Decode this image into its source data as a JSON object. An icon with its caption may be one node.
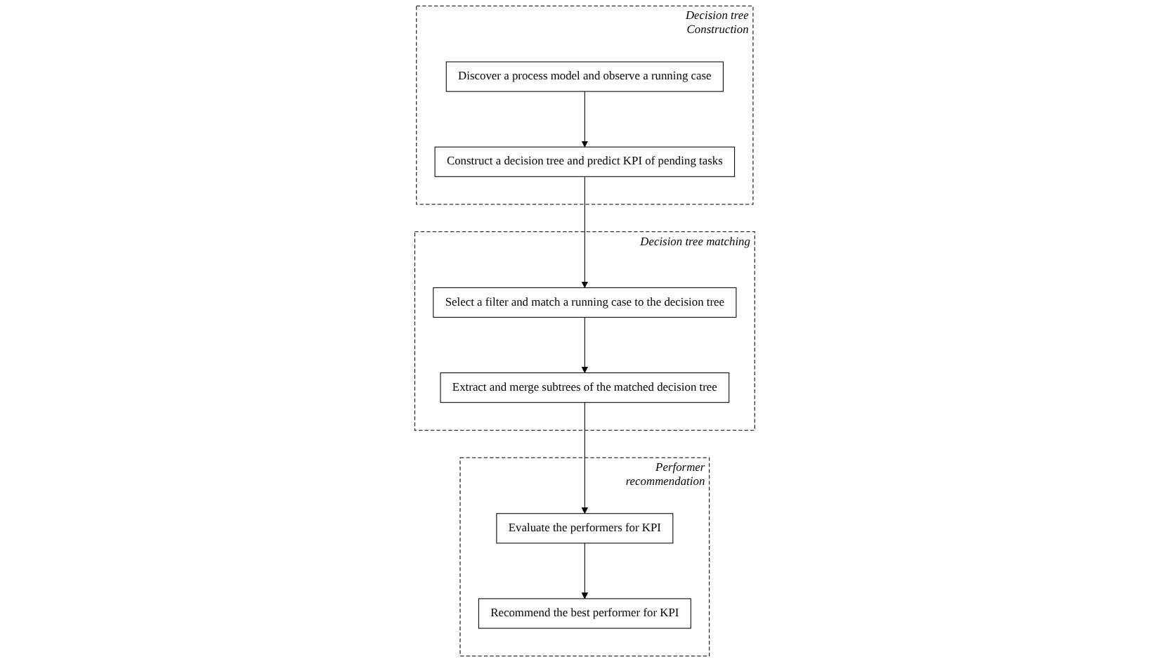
{
  "diagram": {
    "nodes": [
      {
        "text": [
          "Decision tree Construction"
        ]
      },
      {
        "text": [
          "Discover a process model and observe a running case"
        ],
        "in": 0
      },
      {
        "text": [
          "Construct a decision tree and predict KPI of pending tasks"
        ],
        "in": 0
      },
      {
        "text": [
          "Decision tree matching"
        ]
      },
      {
        "text": [
          "Select a filter and match a running case to the decision tree"
        ],
        "in": 3
      },
      {
        "text": [
          "Extract and merge subtrees of the matched decision tree"
        ],
        "in": 3
      },
      {
        "text": [
          "Performer recommendation"
        ]
      },
      {
        "text": [
          "Evaluate the performers for KPI"
        ],
        "in": 6
      },
      {
        "text": [
          "Recommend the best performer for KPI"
        ],
        "in": 6
      }
    ],
    "edges": [
      {
        "from": 1,
        "to": 2,
        "arrow": "to"
      },
      {
        "from": 2,
        "to": 4,
        "arrow": "to"
      },
      {
        "from": 4,
        "to": 5,
        "arrow": "to"
      },
      {
        "from": 5,
        "to": 7,
        "arrow": "to"
      },
      {
        "from": 7,
        "to": 8,
        "arrow": "to"
      }
    ]
  }
}
